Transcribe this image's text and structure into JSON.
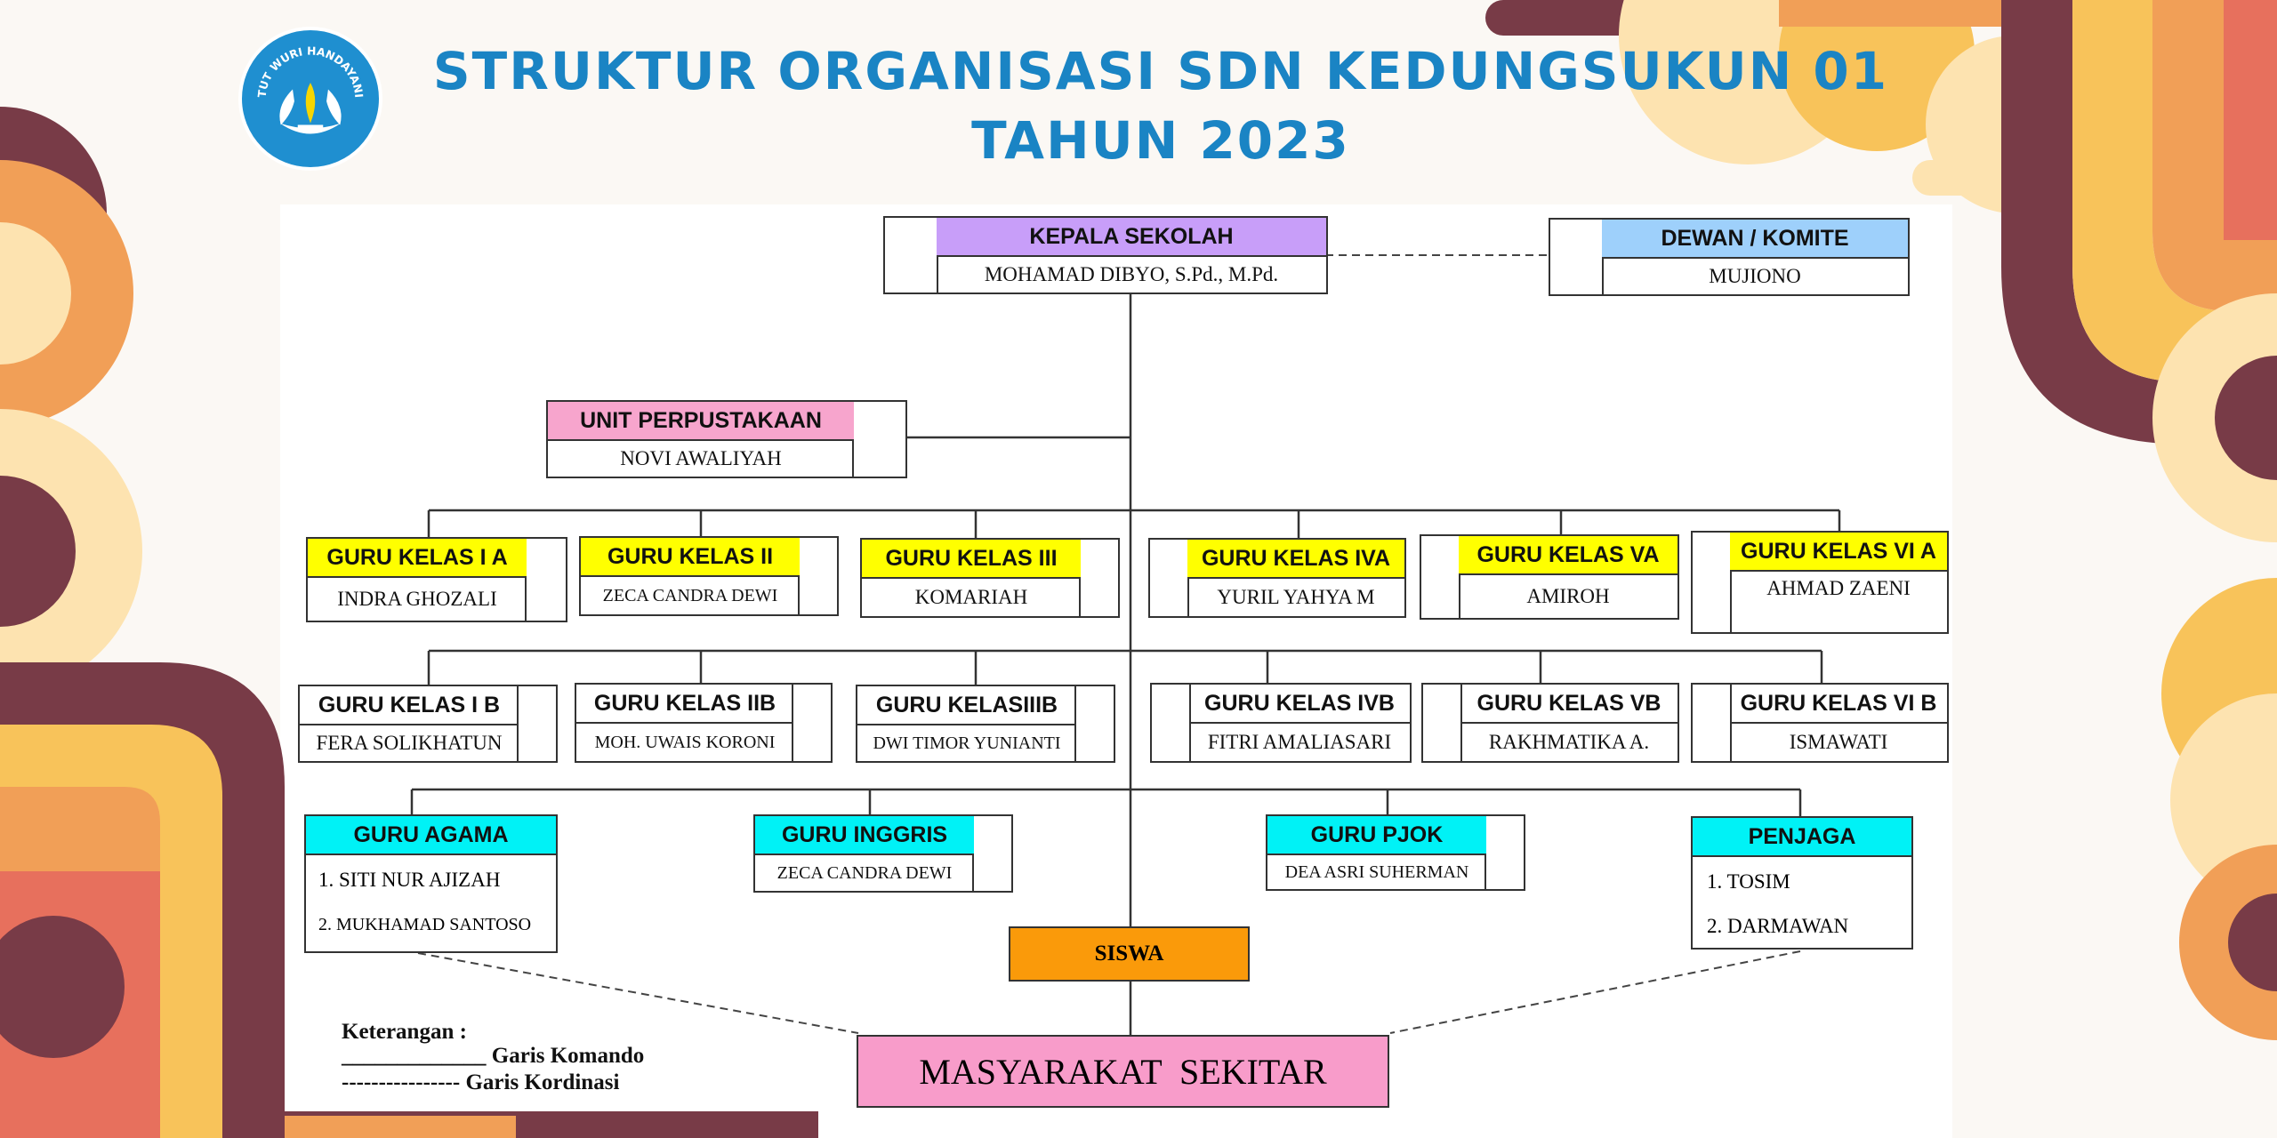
{
  "title": {
    "line1": "STRUKTUR ORGANISASI  SDN KEDUNGSUKUN 01",
    "line2": "TAHUN 2023"
  },
  "logo": {
    "icon": "tut-wuri-handayani-logo",
    "text": "TUT WURI HANDAYANI"
  },
  "colors": {
    "title": "#1a84c4",
    "kepala": "#c89ef9",
    "komite": "#9ed0fb",
    "perpustakaan": "#f7a5cd",
    "kelas": "#ffff00",
    "khusus": "#00f2f6",
    "siswa": "#fa9a0a",
    "masyarakat": "#f89cca"
  },
  "kepala": {
    "title": "KEPALA  SEKOLAH",
    "name": "MOHAMAD DIBYO, S.Pd., M.Pd."
  },
  "komite": {
    "title": "DEWAN / KOMITE",
    "name": "MUJIONO"
  },
  "perpustakaan": {
    "title": "UNIT PERPUSTAKAAN",
    "name": "NOVI AWALIYAH"
  },
  "row_a": [
    {
      "title": "GURU KELAS I A",
      "name": "INDRA GHOZALI"
    },
    {
      "title": "GURU KELAS II",
      "name": "ZECA CANDRA DEWI"
    },
    {
      "title": "GURU KELAS III",
      "name": "KOMARIAH"
    },
    {
      "title": "GURU KELAS IVA",
      "name": "YURIL YAHYA M"
    },
    {
      "title": "GURU KELAS VA",
      "name": "AMIROH"
    },
    {
      "title": "GURU KELAS VI A",
      "name": "AHMAD ZAENI"
    }
  ],
  "row_b": [
    {
      "title": "GURU KELAS I B",
      "name": "FERA SOLIKHATUN"
    },
    {
      "title": "GURU KELAS IIB",
      "name": "MOH. UWAIS KORONI"
    },
    {
      "title": "GURU KELASIIIB",
      "name": "DWI TIMOR YUNIANTI"
    },
    {
      "title": "GURU KELAS IVB",
      "name": "FITRI AMALIASARI"
    },
    {
      "title": "GURU KELAS VB",
      "name": "RAKHMATIKA A."
    },
    {
      "title": "GURU KELAS VI B",
      "name": "ISMAWATI"
    }
  ],
  "agama": {
    "title": "GURU AGAMA",
    "names": [
      "1. SITI NUR AJIZAH",
      "2. MUKHAMAD SANTOSO"
    ]
  },
  "inggris": {
    "title": "GURU INGGRIS",
    "name": "ZECA CANDRA DEWI"
  },
  "pjok": {
    "title": "GURU PJOK",
    "name": "DEA ASRI SUHERMAN"
  },
  "penjaga": {
    "title": "PENJAGA",
    "names": [
      "1.   TOSIM",
      "2.   DARMAWAN"
    ]
  },
  "siswa": "SISWA",
  "masyarakat": "MASYARAKAT  SEKITAR",
  "legend": {
    "title": "Keterangan :",
    "komando": "_____________ Garis Komando",
    "kordinasi": "---------------- Garis Kordinasi"
  }
}
